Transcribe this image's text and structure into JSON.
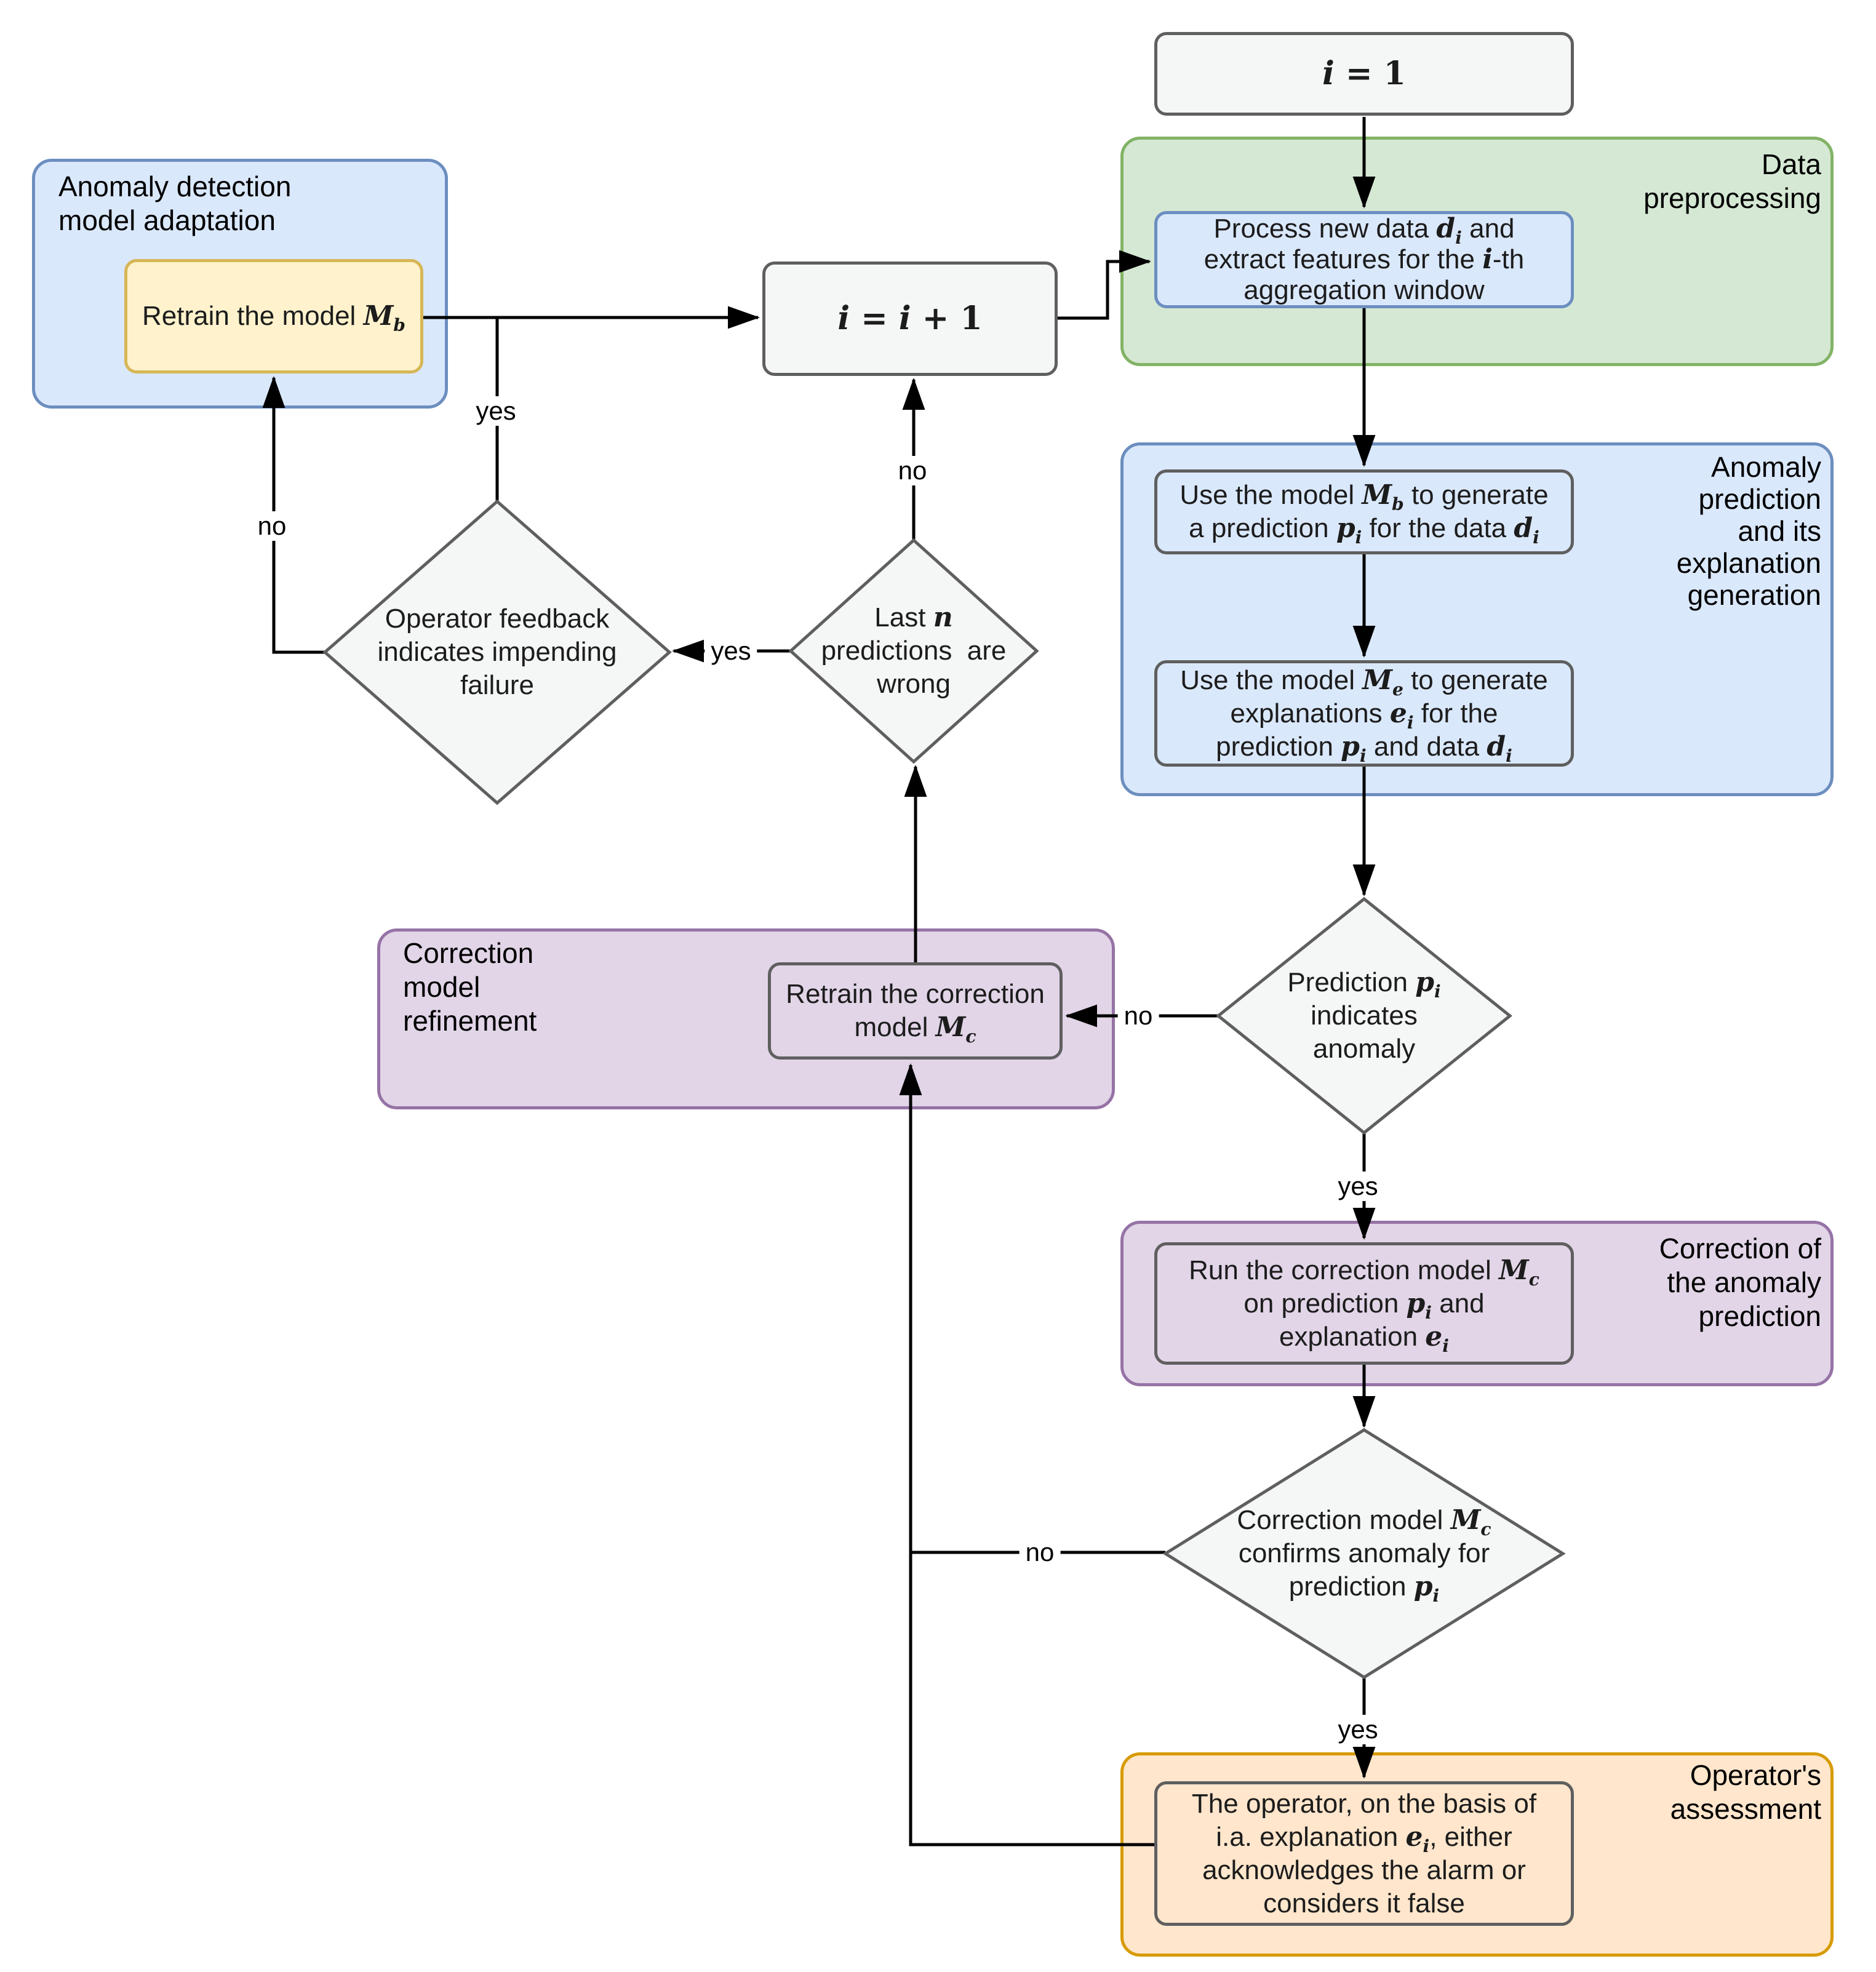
{
  "colors": {
    "blue_fill": "#dae8fc",
    "blue_stroke": "#6c8ebf",
    "green_fill": "#d5e8d4",
    "green_stroke": "#82b366",
    "purple_fill": "#e1d5e7",
    "purple_stroke": "#9673a6",
    "orange_fill": "#ffe6cc",
    "orange_stroke": "#d79b00",
    "yellow_fill": "#fff2cc",
    "yellow_stroke": "#d6b656",
    "node_fill": "#f5f6f6",
    "node_stroke": "#5f5f5f",
    "line": "#000000"
  },
  "regions": {
    "preprocessing": {
      "label": [
        "Data",
        "preprocessing"
      ]
    },
    "prediction": {
      "label": [
        "Anomaly",
        "prediction",
        "and its",
        "explanation",
        "generation"
      ]
    },
    "correction": {
      "label": [
        "Correction of",
        "the anomaly",
        "prediction"
      ]
    },
    "assessment": {
      "label": [
        "Operator's",
        "assessment"
      ]
    },
    "adaptation": {
      "label": [
        "Anomaly detection",
        "model adaptation"
      ]
    },
    "refinement": {
      "label": [
        "Correction",
        "model",
        "refinement"
      ]
    }
  },
  "nodes": {
    "init": {
      "lines": [
        [
          {
            "v": "i"
          },
          {
            "m": " = 1"
          }
        ]
      ]
    },
    "process": {
      "lines": [
        [
          {
            "t": "Process new data "
          },
          {
            "v": "d",
            "s": "i"
          },
          {
            "t": " and"
          }
        ],
        [
          {
            "t": "extract features for the "
          },
          {
            "v": "i"
          },
          {
            "t": "-th"
          }
        ],
        [
          {
            "t": "aggregation window"
          }
        ]
      ]
    },
    "use_mb": {
      "lines": [
        [
          {
            "t": "Use the model "
          },
          {
            "v": "M",
            "s": "b"
          },
          {
            "t": " to generate"
          }
        ],
        [
          {
            "t": "a prediction "
          },
          {
            "v": "p",
            "s": "i"
          },
          {
            "t": " for the data "
          },
          {
            "v": "d",
            "s": "i"
          }
        ]
      ]
    },
    "use_me": {
      "lines": [
        [
          {
            "t": "Use the model "
          },
          {
            "v": "M",
            "s": "e"
          },
          {
            "t": " to generate"
          }
        ],
        [
          {
            "t": "explanations "
          },
          {
            "v": "e",
            "s": "i"
          },
          {
            "t": " for the"
          }
        ],
        [
          {
            "t": "prediction "
          },
          {
            "v": "p",
            "s": "i"
          },
          {
            "t": " and data "
          },
          {
            "v": "d",
            "s": "i"
          }
        ]
      ]
    },
    "pred_decision": {
      "lines": [
        [
          {
            "t": "Prediction "
          },
          {
            "v": "p",
            "s": "i"
          }
        ],
        [
          {
            "t": "indicates"
          }
        ],
        [
          {
            "t": "anomaly"
          }
        ]
      ]
    },
    "run_correction": {
      "lines": [
        [
          {
            "t": "Run the correction model "
          },
          {
            "v": "M",
            "s": "c"
          }
        ],
        [
          {
            "t": "on prediction "
          },
          {
            "v": "p",
            "s": "i"
          },
          {
            "t": " and"
          }
        ],
        [
          {
            "t": "explanation "
          },
          {
            "v": "e",
            "s": "i"
          }
        ]
      ]
    },
    "confirm_decision": {
      "lines": [
        [
          {
            "t": "Correction model "
          },
          {
            "v": "M",
            "s": "c"
          }
        ],
        [
          {
            "t": "confirms anomaly for"
          }
        ],
        [
          {
            "t": "prediction "
          },
          {
            "v": "p",
            "s": "i"
          }
        ]
      ]
    },
    "operator": {
      "lines": [
        [
          {
            "t": "The operator, on the basis of"
          }
        ],
        [
          {
            "t": "i.a. explanation "
          },
          {
            "v": "e",
            "s": "i"
          },
          {
            "t": ", either"
          }
        ],
        [
          {
            "t": "acknowledges the alarm or"
          }
        ],
        [
          {
            "t": "considers it false"
          }
        ]
      ]
    },
    "retrain_mb": {
      "lines": [
        [
          {
            "t": "Retrain the model "
          },
          {
            "v": "M",
            "s": "b"
          }
        ]
      ]
    },
    "increment": {
      "lines": [
        [
          {
            "v": "i"
          },
          {
            "m": " = "
          },
          {
            "v": "i"
          },
          {
            "m": " + 1"
          }
        ]
      ]
    },
    "retrain_mc": {
      "lines": [
        [
          {
            "t": "Retrain the correction"
          }
        ],
        [
          {
            "t": "model "
          },
          {
            "v": "M",
            "s": "c"
          }
        ]
      ]
    },
    "lastn_decision": {
      "lines": [
        [
          {
            "t": "Last "
          },
          {
            "v": "n"
          }
        ],
        [
          {
            "t": "predictions  are"
          }
        ],
        [
          {
            "t": "wrong"
          }
        ]
      ]
    },
    "feedback_decision": {
      "lines": [
        [
          {
            "t": "Operator feedback"
          }
        ],
        [
          {
            "t": "indicates impending"
          }
        ],
        [
          {
            "t": "failure"
          }
        ]
      ]
    }
  },
  "edge_labels": {
    "pred_no": "no",
    "pred_yes": "yes",
    "confirm_yes": "yes",
    "confirm_no": "no",
    "lastn_no": "no",
    "lastn_yes": "yes",
    "feedback_yes": "yes",
    "feedback_no": "no"
  }
}
